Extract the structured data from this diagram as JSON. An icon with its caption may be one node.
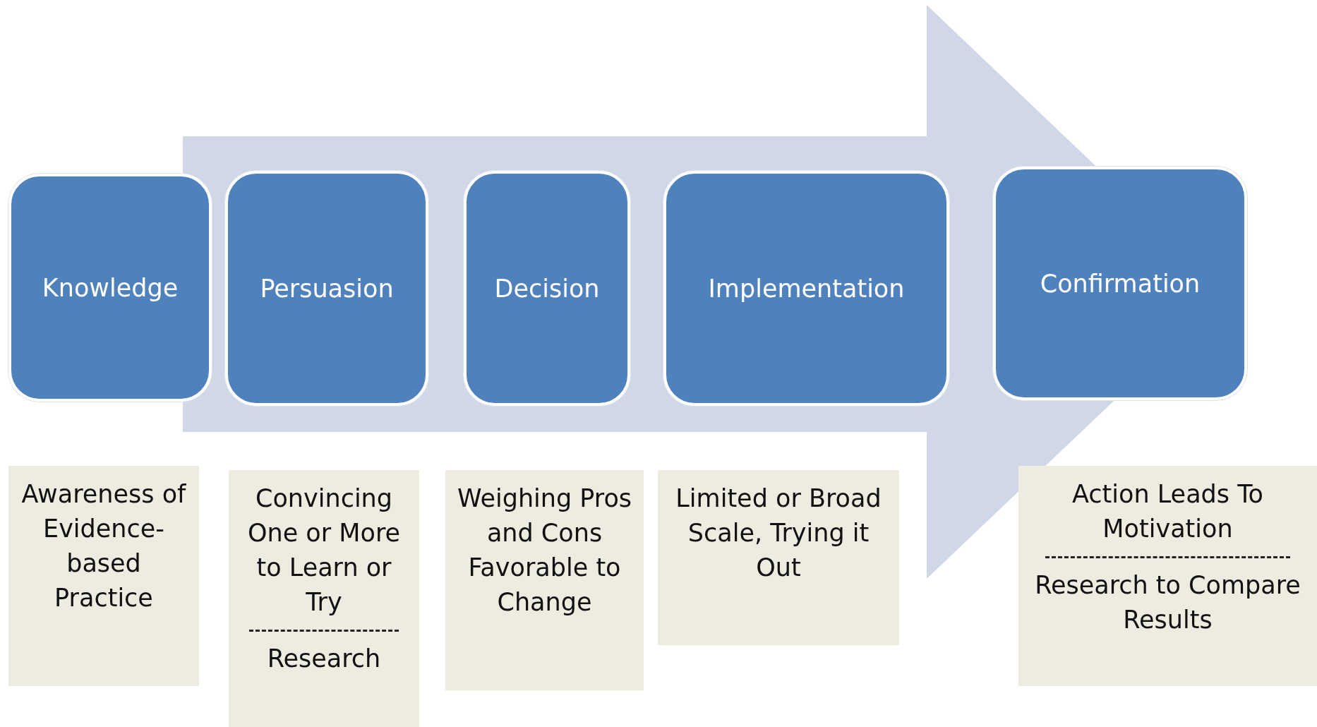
{
  "diagram": {
    "nodes": [
      {
        "text": [
          "Knowledge"
        ]
      },
      {
        "text": [
          "Persuasion"
        ]
      },
      {
        "text": [
          "Decision"
        ]
      },
      {
        "text": [
          "Implementation"
        ]
      },
      {
        "text": [
          "Confirmation"
        ]
      },
      {
        "text": [
          "Awareness of Evidence-based Practice"
        ]
      },
      {
        "text": [
          "Convincing One or More to Learn or Try",
          "Research"
        ]
      },
      {
        "text": [
          "Weighing Pros and Cons Favorable to Change"
        ]
      },
      {
        "text": [
          "Limited or Broad Scale, Trying it Out"
        ]
      },
      {
        "text": [
          "Action Leads To Motivation",
          "Research to Compare Results"
        ]
      }
    ],
    "edges": [
      {
        "from": 0,
        "to": 4,
        "arrow": "to"
      }
    ]
  }
}
